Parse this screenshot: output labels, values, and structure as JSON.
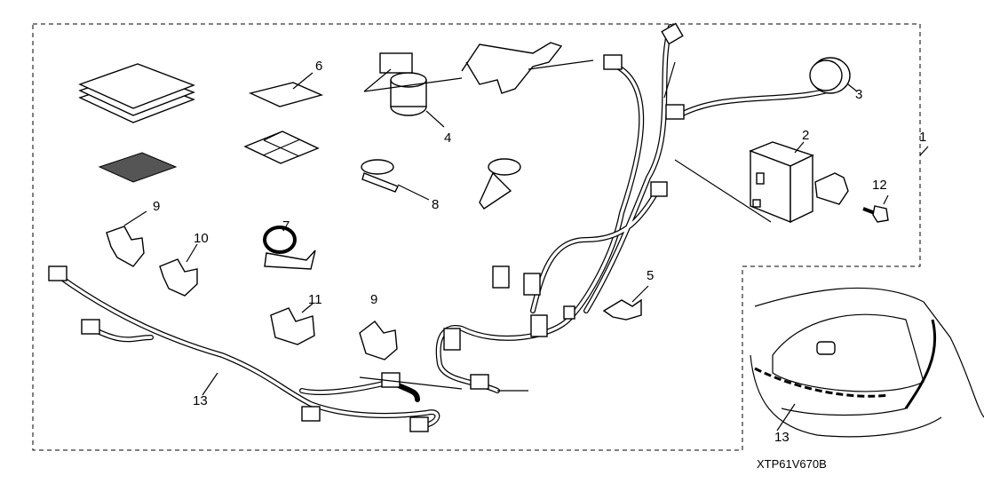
{
  "diagram": {
    "callouts": [
      {
        "id": "c1",
        "text": "1"
      },
      {
        "id": "c2",
        "text": "2"
      },
      {
        "id": "c3",
        "text": "3"
      },
      {
        "id": "c4",
        "text": "4"
      },
      {
        "id": "c5",
        "text": "5"
      },
      {
        "id": "c6",
        "text": "6"
      },
      {
        "id": "c7",
        "text": "7"
      },
      {
        "id": "c8",
        "text": "8"
      },
      {
        "id": "c9a",
        "text": "9"
      },
      {
        "id": "c10",
        "text": "10"
      },
      {
        "id": "c11",
        "text": "11"
      },
      {
        "id": "c9b",
        "text": "9"
      },
      {
        "id": "c12",
        "text": "12"
      },
      {
        "id": "c13a",
        "text": "13"
      },
      {
        "id": "c13b",
        "text": "13"
      }
    ],
    "code": "XTP61V670B"
  }
}
